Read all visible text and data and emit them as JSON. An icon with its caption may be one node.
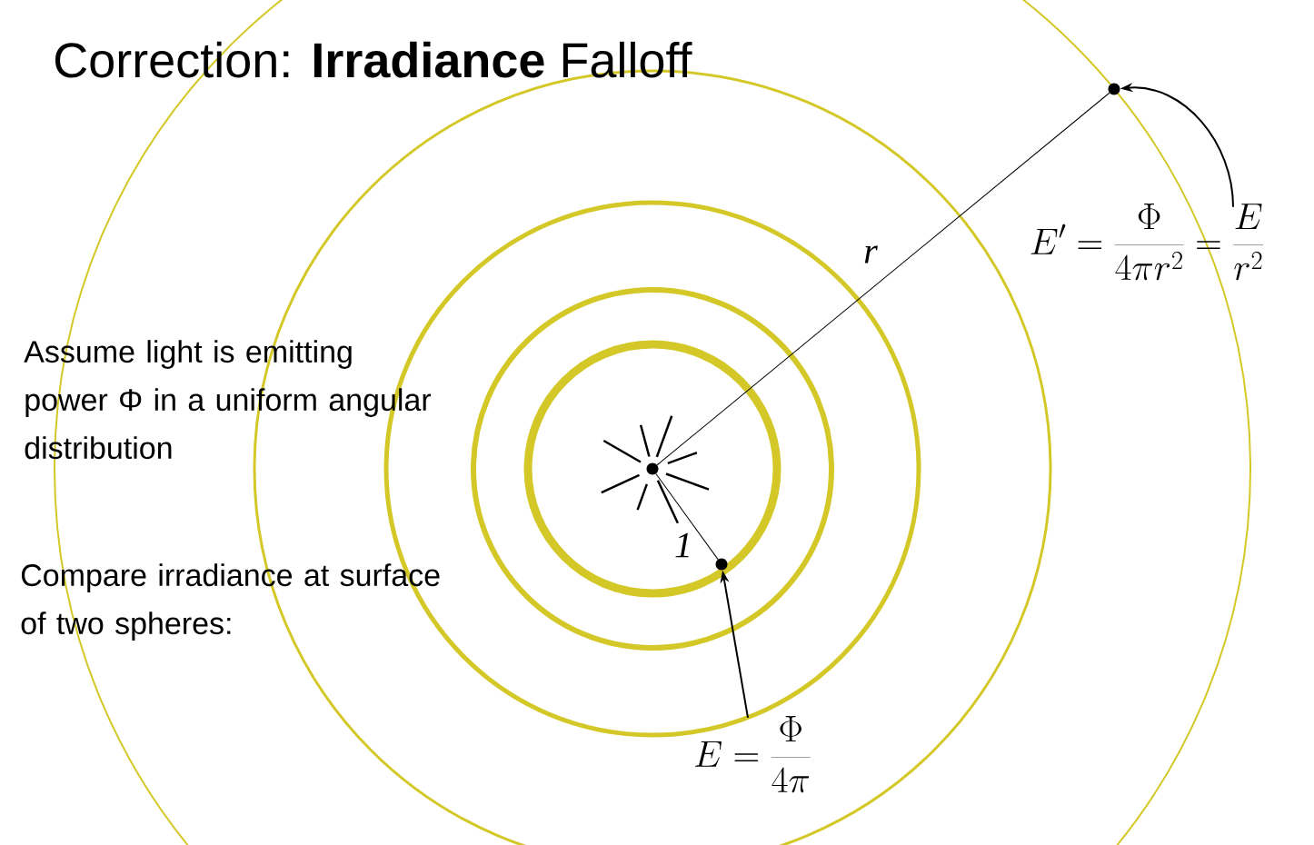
{
  "diagram": {
    "title": "Correction: **Irradiance** Falloff",
    "nodes": [
      {
        "text": [],
        "shape": "circle"
      },
      {
        "text": [
          "E' = \\frac{\\Phi}{4\\pi r^2} = \\frac{E}{r^2}"
        ]
      },
      {
        "text": [],
        "shape": "circle"
      },
      {
        "text": [],
        "shape": "circle"
      },
      {
        "text": [
          "E = \\frac{\\Phi}{4\\pi}"
        ]
      }
    ],
    "edges": [
      {
        "from": 1,
        "to": 0,
        "arrow": "to"
      },
      {
        "from": 2,
        "to": 0,
        "arrow": "none",
        "label": "r"
      },
      {
        "from": 2,
        "to": 3,
        "arrow": "none",
        "label": "1"
      },
      {
        "from": 4,
        "to": 3,
        "arrow": "to"
      }
    ],
    "labels": [
      "Assume light is emitting power Φ in a uniform angular distribution",
      "Compare irradiance at surface of two spheres:"
    ]
  }
}
